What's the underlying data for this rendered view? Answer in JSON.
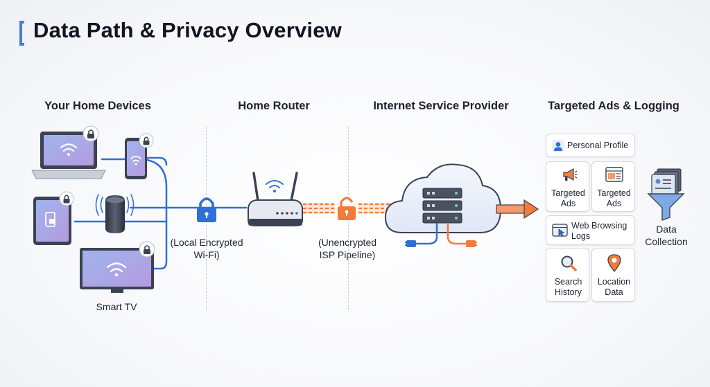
{
  "title": "Data Path & Privacy Overview",
  "columns": {
    "devices": "Your Home Devices",
    "router": "Home Router",
    "isp": "Internet Service Provider",
    "ads": "Targeted Ads & Logging"
  },
  "labels": {
    "smart_tv": "Smart TV",
    "local_line1": "(Local Encrypted",
    "local_line2": "Wi-Fi)",
    "isp_line1": "(Unencrypted",
    "isp_line2": "ISP Pipeline)",
    "collection_line1": "Data",
    "collection_line2": "Collection"
  },
  "cards": {
    "personal_profile": "Personal Profile",
    "targeted_ads_1": [
      "Targeted",
      "Ads"
    ],
    "targeted_ads_2": [
      "Targeted",
      "Ads"
    ],
    "web_browsing": [
      "Web Browsing",
      "Logs"
    ],
    "search_history": [
      "Search",
      "History"
    ],
    "location_data": [
      "Location",
      "Data"
    ]
  },
  "colors": {
    "encrypted": "#2f6fd6",
    "unencrypted": "#f07b3a",
    "accent": "#4b7bd9"
  },
  "icons": [
    "lock-icon",
    "unlock-icon",
    "wifi-icon",
    "router-icon",
    "cloud-server-icon",
    "funnel-icon",
    "user-icon",
    "megaphone-icon",
    "browser-ad-icon",
    "cursor-window-icon",
    "magnifier-icon",
    "map-pin-icon"
  ]
}
